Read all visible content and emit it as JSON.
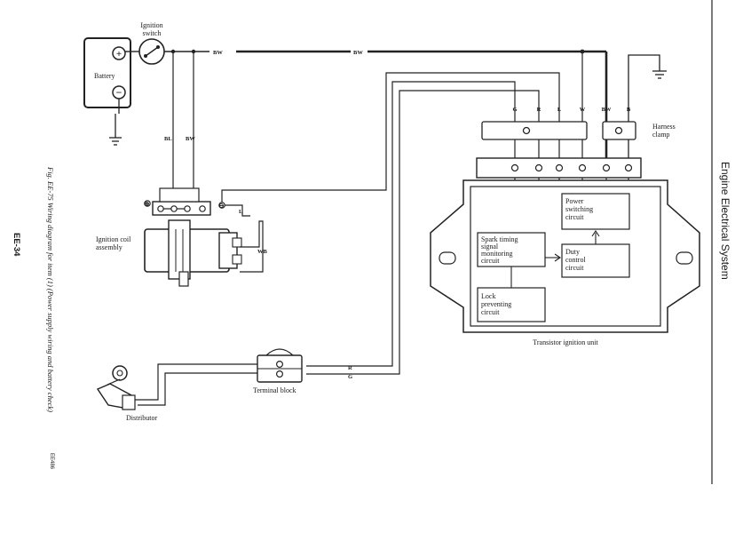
{
  "labels": {
    "battery": "Battery",
    "ignition_switch_1": "Ignition",
    "ignition_switch_2": "switch",
    "ignition_coil_1": "Ignition coil",
    "ignition_coil_2": "assembly",
    "distributor": "Distributor",
    "terminal_block": "Terminal block",
    "harness_clamp_1": "Harness",
    "harness_clamp_2": "clamp",
    "transistor_unit": "Transistor ignition unit",
    "power_switching": [
      "Power",
      "switching",
      "circuit"
    ],
    "duty_control": [
      "Duty",
      "control",
      "circuit"
    ],
    "spark_timing": [
      "Spark timing",
      "signal",
      "monitoring",
      "circuit"
    ],
    "lock_preventing": [
      "Lock",
      "preventing",
      "circuit"
    ]
  },
  "wire_labels": {
    "bw_left": "BW",
    "bw_mid": "BW",
    "bl": "BL",
    "bw_down": "BW",
    "l_coil": "L",
    "wb": "WB",
    "r_tb": "R",
    "g_tb": "G",
    "terminals": [
      "G",
      "R",
      "L",
      "W",
      "BW",
      "B"
    ]
  },
  "side": {
    "section_title": "Engine Electrical System",
    "caption": "Fig. EE-75  Wiring diagram for item (1) (Power supply wiring and battery check)",
    "page_number": "EE-34",
    "figure_code": "EE486"
  }
}
